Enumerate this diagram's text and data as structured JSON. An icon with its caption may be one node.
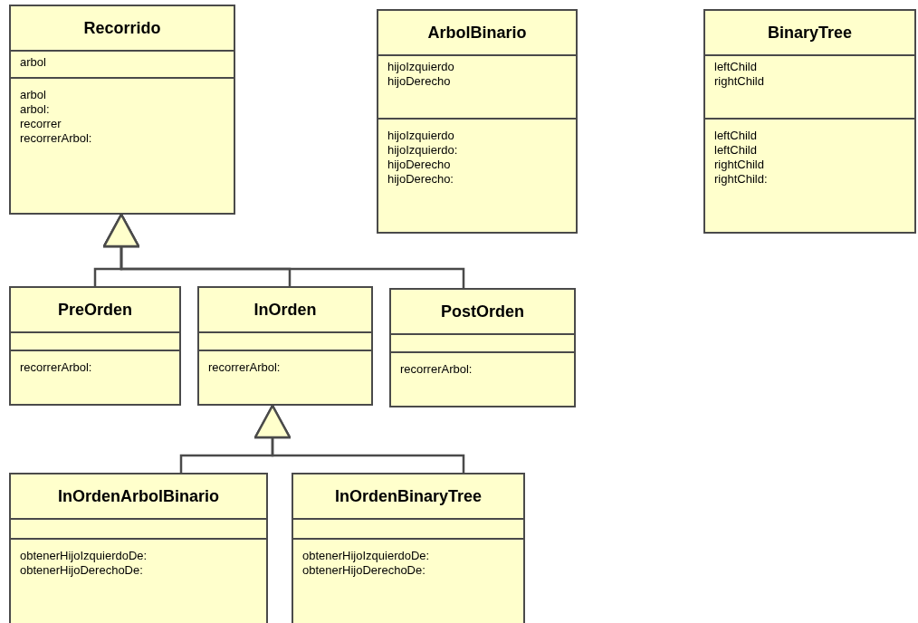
{
  "diagram": {
    "nodes": [
      {
        "text": [
          "Recorrido",
          "arbol",
          "arbol arbol: recorrer recorrerArbol:"
        ]
      },
      {
        "text": [
          "ArbolBinario",
          "hijoIzquierdo hijoDerecho",
          "hijoIzquierdo hijoIzquierdo: hijoDerecho hijoDerecho:"
        ]
      },
      {
        "text": [
          "BinaryTree",
          "leftChild rightChild",
          "leftChild leftChild rightChild rightChild:"
        ]
      },
      {
        "text": [
          "PreOrden",
          "recorrerArbol:"
        ]
      },
      {
        "text": [
          "InOrden",
          "recorrerArbol:"
        ]
      },
      {
        "text": [
          "PostOrden",
          "recorrerArbol:"
        ]
      },
      {
        "text": [
          "InOrdenArbolBinario",
          "obtenerHijoIzquierdoDe: obtenerHijoDerechoDe:"
        ]
      },
      {
        "text": [
          "InOrdenBinaryTree",
          "obtenerHijoIzquierdoDe: obtenerHijoDerechoDe:"
        ]
      }
    ],
    "edges": [
      {
        "from": 3,
        "to": 0,
        "arrow": "to"
      },
      {
        "from": 4,
        "to": 0,
        "arrow": "to"
      },
      {
        "from": 5,
        "to": 0,
        "arrow": "to"
      },
      {
        "from": 6,
        "to": 4,
        "arrow": "to"
      },
      {
        "from": 7,
        "to": 4,
        "arrow": "to"
      }
    ]
  }
}
